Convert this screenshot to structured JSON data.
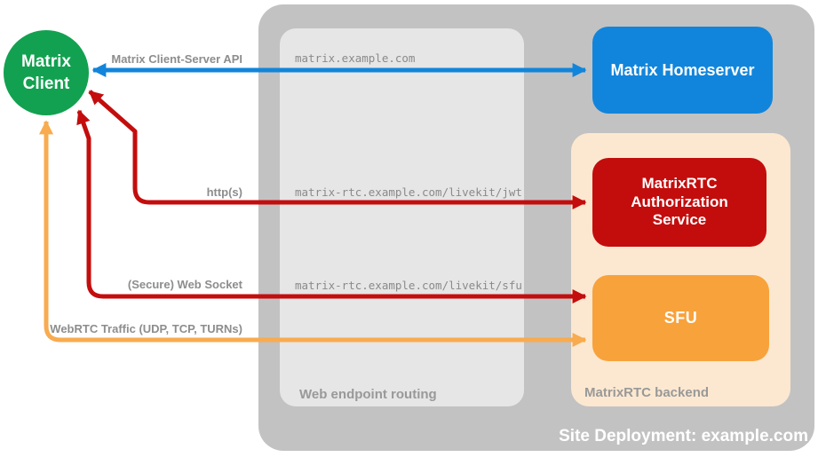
{
  "client": {
    "label": "Matrix\nClient",
    "color": "#12a150"
  },
  "panels": {
    "deployment": {
      "label": "Site Deployment: example.com",
      "bg": "#c2c2c2"
    },
    "routing": {
      "label": "Web endpoint routing",
      "bg": "#e6e6e6"
    },
    "backend": {
      "label": "MatrixRTC backend",
      "bg": "#fce8d0"
    }
  },
  "nodes": {
    "homeserver": {
      "label": "Matrix Homeserver",
      "color": "#1185db"
    },
    "auth": {
      "label": "MatrixRTC\nAuthorization\nService",
      "color": "#c30d0d"
    },
    "sfu": {
      "label": "SFU",
      "color": "#f8a23b"
    }
  },
  "connections": [
    {
      "id": "client-server-api",
      "label": "Matrix Client-Server API",
      "endpoint": "matrix.example.com",
      "color": "#1185db",
      "bidirectional": true
    },
    {
      "id": "https",
      "label": "http(s)",
      "endpoint": "matrix-rtc.example.com/livekit/jwt",
      "color": "#c40d0d",
      "bidirectional": true
    },
    {
      "id": "secure-web-socket",
      "label": "(Secure) Web Socket",
      "endpoint": "matrix-rtc.example.com/livekit/sfu",
      "color": "#c40d0d",
      "bidirectional": true
    },
    {
      "id": "webrtc-traffic",
      "label": "WebRTC Traffic (UDP, TCP, TURNs)",
      "color": "#f8ab4f",
      "bidirectional": true
    }
  ]
}
